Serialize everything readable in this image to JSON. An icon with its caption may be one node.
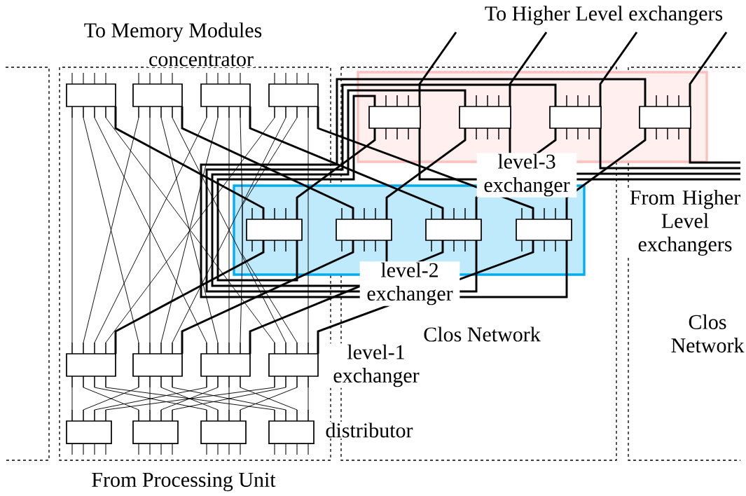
{
  "diagram": {
    "nodes": [
      {
        "text": [],
        "shape": "box"
      },
      {
        "text": [],
        "shape": "box"
      },
      {
        "text": [],
        "shape": "box"
      },
      {
        "text": [],
        "shape": "box"
      },
      {
        "text": [],
        "shape": "box"
      },
      {
        "text": [],
        "shape": "box"
      },
      {
        "text": [],
        "shape": "box"
      },
      {
        "text": [],
        "shape": "box"
      },
      {
        "text": [],
        "shape": "box"
      },
      {
        "text": [],
        "shape": "box"
      },
      {
        "text": [],
        "shape": "box"
      },
      {
        "text": [],
        "shape": "box"
      },
      {
        "text": [],
        "shape": "box"
      },
      {
        "text": [],
        "shape": "box"
      },
      {
        "text": [],
        "shape": "box"
      },
      {
        "text": [],
        "shape": "box"
      },
      {
        "text": [],
        "shape": "box"
      },
      {
        "text": [],
        "shape": "box"
      },
      {
        "text": [],
        "shape": "box"
      },
      {
        "text": [],
        "shape": "box"
      }
    ],
    "edges": [
      {
        "from": 0,
        "to": 12,
        "arrow": "none"
      },
      {
        "from": 0,
        "to": 13,
        "arrow": "none"
      },
      {
        "from": 0,
        "to": 14,
        "arrow": "none"
      },
      {
        "from": 0,
        "to": 15,
        "arrow": "none"
      },
      {
        "from": 1,
        "to": 12,
        "arrow": "none"
      },
      {
        "from": 1,
        "to": 13,
        "arrow": "none"
      },
      {
        "from": 1,
        "to": 14,
        "arrow": "none"
      },
      {
        "from": 1,
        "to": 15,
        "arrow": "none"
      },
      {
        "from": 2,
        "to": 12,
        "arrow": "none"
      },
      {
        "from": 2,
        "to": 13,
        "arrow": "none"
      },
      {
        "from": 2,
        "to": 14,
        "arrow": "none"
      },
      {
        "from": 2,
        "to": 15,
        "arrow": "none"
      },
      {
        "from": 3,
        "to": 12,
        "arrow": "none"
      },
      {
        "from": 3,
        "to": 13,
        "arrow": "none"
      },
      {
        "from": 3,
        "to": 14,
        "arrow": "none"
      },
      {
        "from": 3,
        "to": 15,
        "arrow": "none"
      },
      {
        "from": 0,
        "to": 8,
        "arrow": "none",
        "style": "thick"
      },
      {
        "from": 1,
        "to": 9,
        "arrow": "none",
        "style": "thick"
      },
      {
        "from": 2,
        "to": 10,
        "arrow": "none",
        "style": "thick"
      },
      {
        "from": 3,
        "to": 11,
        "arrow": "none",
        "style": "thick"
      },
      {
        "from": 12,
        "to": 8,
        "arrow": "none",
        "style": "thick"
      },
      {
        "from": 13,
        "to": 9,
        "arrow": "none",
        "style": "thick"
      },
      {
        "from": 14,
        "to": 10,
        "arrow": "none",
        "style": "thick"
      },
      {
        "from": 15,
        "to": 11,
        "arrow": "none",
        "style": "thick"
      },
      {
        "from": 8,
        "to": 4,
        "arrow": "none",
        "style": "thick"
      },
      {
        "from": 9,
        "to": 5,
        "arrow": "none",
        "style": "thick"
      },
      {
        "from": 10,
        "to": 6,
        "arrow": "none",
        "style": "thick"
      },
      {
        "from": 11,
        "to": 7,
        "arrow": "none",
        "style": "thick"
      },
      {
        "from": 8,
        "to": 4,
        "arrow": "none",
        "style": "thick"
      },
      {
        "from": 9,
        "to": 5,
        "arrow": "none",
        "style": "thick"
      },
      {
        "from": 10,
        "to": 6,
        "arrow": "none",
        "style": "thick"
      },
      {
        "from": 11,
        "to": 7,
        "arrow": "none",
        "style": "thick"
      },
      {
        "from": 4,
        "to": null,
        "arrow": "none",
        "style": "thick"
      },
      {
        "from": 5,
        "to": null,
        "arrow": "none",
        "style": "thick"
      },
      {
        "from": 6,
        "to": null,
        "arrow": "none",
        "style": "thick"
      },
      {
        "from": 7,
        "to": null,
        "arrow": "none",
        "style": "thick"
      },
      {
        "from": 4,
        "to": null,
        "arrow": "none",
        "style": "thick"
      },
      {
        "from": 5,
        "to": null,
        "arrow": "none",
        "style": "thick"
      },
      {
        "from": 6,
        "to": null,
        "arrow": "none",
        "style": "thick"
      },
      {
        "from": 7,
        "to": null,
        "arrow": "none",
        "style": "thick"
      },
      {
        "from": 12,
        "to": 16,
        "arrow": "none"
      },
      {
        "from": 12,
        "to": 17,
        "arrow": "none"
      },
      {
        "from": 12,
        "to": 18,
        "arrow": "none"
      },
      {
        "from": 12,
        "to": 19,
        "arrow": "none"
      },
      {
        "from": 13,
        "to": 16,
        "arrow": "none"
      },
      {
        "from": 13,
        "to": 17,
        "arrow": "none"
      },
      {
        "from": 13,
        "to": 18,
        "arrow": "none"
      },
      {
        "from": 13,
        "to": 19,
        "arrow": "none"
      },
      {
        "from": 14,
        "to": 16,
        "arrow": "none"
      },
      {
        "from": 14,
        "to": 17,
        "arrow": "none"
      },
      {
        "from": 14,
        "to": 18,
        "arrow": "none"
      },
      {
        "from": 14,
        "to": 19,
        "arrow": "none"
      },
      {
        "from": 15,
        "to": 16,
        "arrow": "none"
      },
      {
        "from": 15,
        "to": 17,
        "arrow": "none"
      },
      {
        "from": 15,
        "to": 18,
        "arrow": "none"
      },
      {
        "from": 15,
        "to": 19,
        "arrow": "none"
      }
    ],
    "labels": [
      "To Memory Modules",
      "concentrator",
      "To Higher Level exchangers",
      "level-3 exchanger",
      "From Higher Level exchangers",
      "level-2 exchanger",
      "Clos Network",
      "level-1 exchanger",
      "Clos Network",
      "distributor",
      "From Processing Unit"
    ]
  }
}
